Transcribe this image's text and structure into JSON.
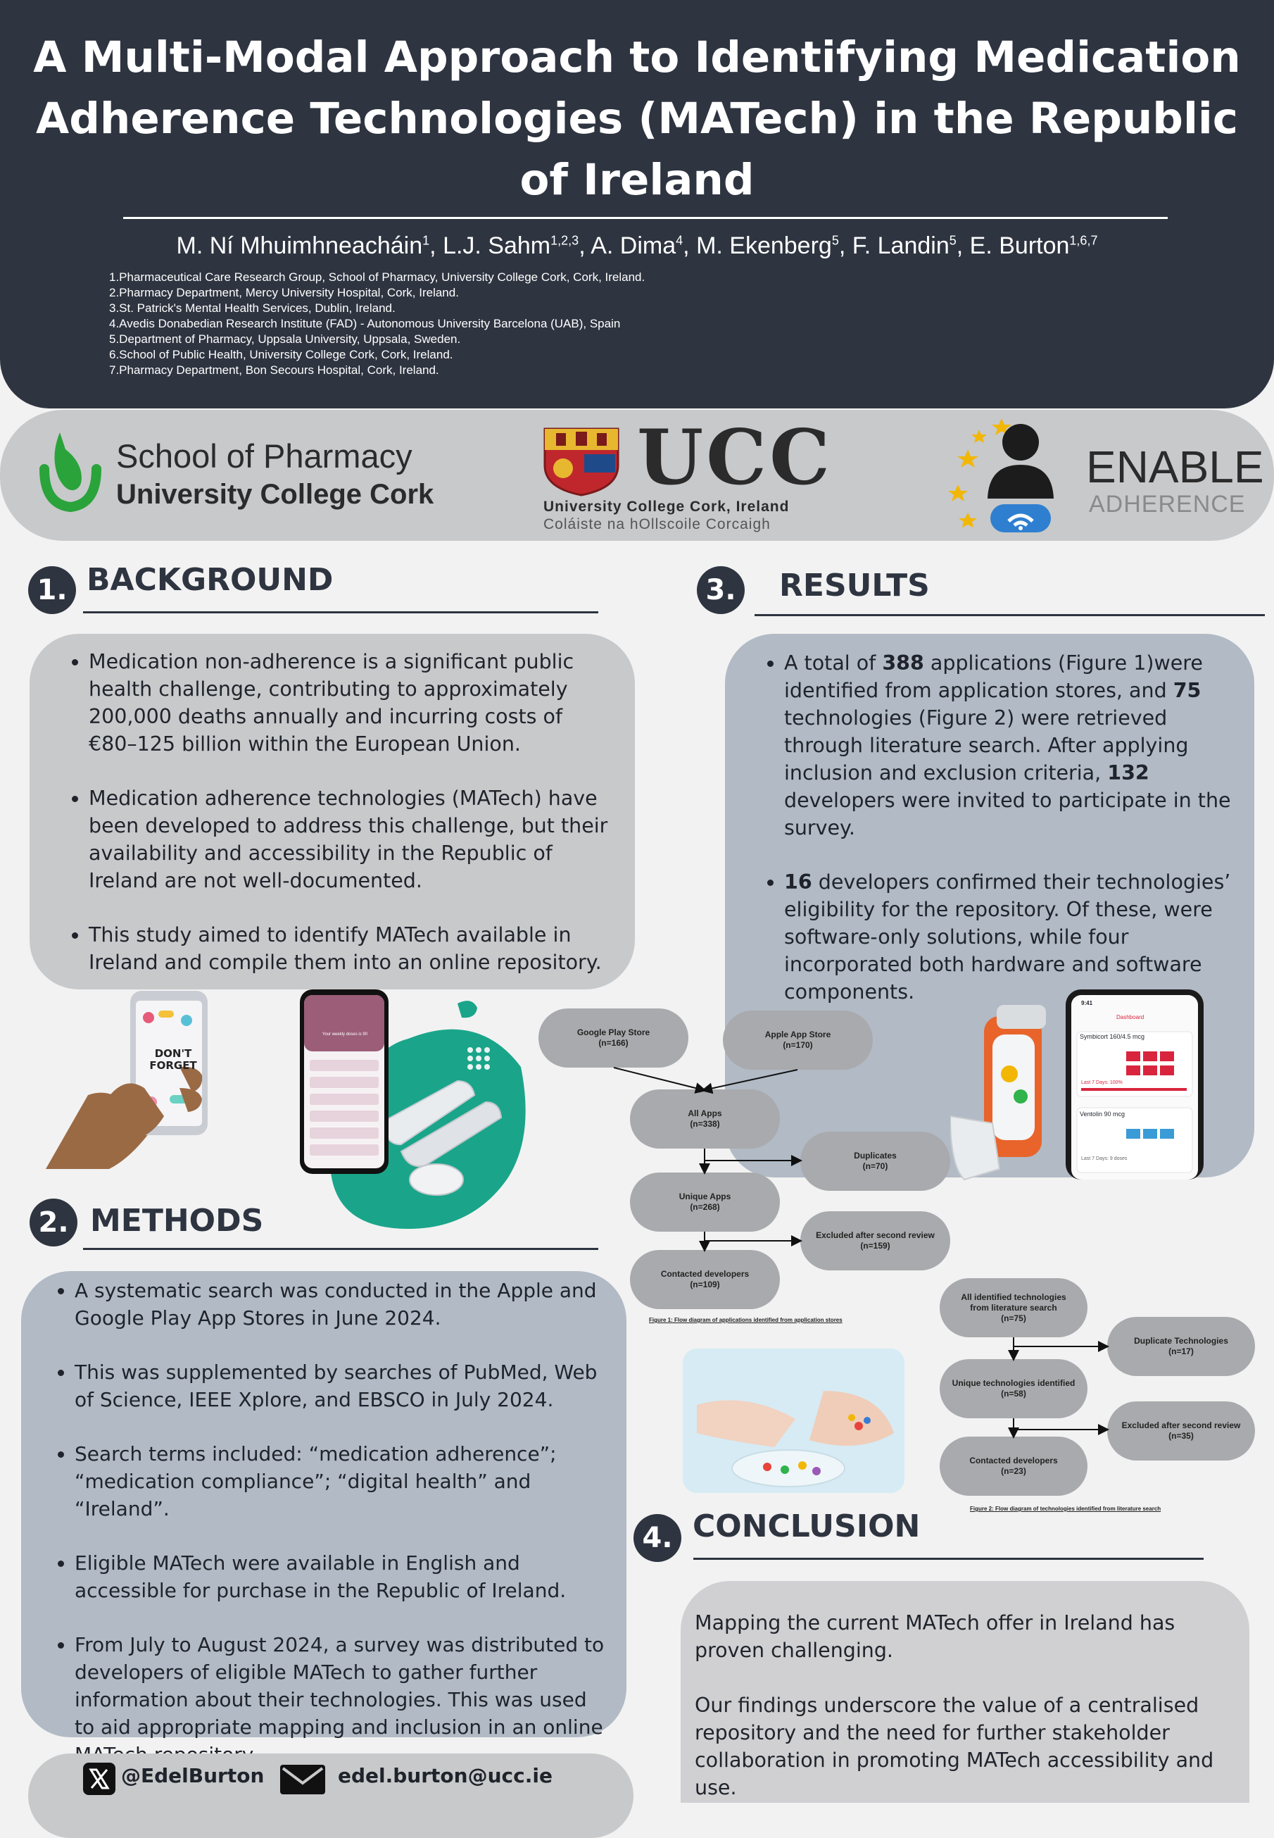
{
  "header": {
    "title": "A Multi-Modal Approach to Identifying Medication Adherence Technologies (MATech) in the Republic of Ireland",
    "authors": [
      {
        "name": "M. Ní Mhuimhneacháin",
        "sup": "1"
      },
      {
        "name": "L.J. Sahm",
        "sup": "1,2,3"
      },
      {
        "name": "A. Dima",
        "sup": "4"
      },
      {
        "name": "M. Ekenberg",
        "sup": "5"
      },
      {
        "name": "F. Landin",
        "sup": "5"
      },
      {
        "name": "E. Burton",
        "sup": "1,6,7"
      }
    ],
    "affiliations": [
      "1.Pharmaceutical Care Research Group, School of Pharmacy, University College Cork, Cork, Ireland.",
      "2.Pharmacy Department, Mercy University Hospital, Cork, Ireland.",
      "3.St. Patrick's Mental Health Services, Dublin, Ireland.",
      "4.Avedis Donabedian Research Institute (FAD) - Autonomous University Barcelona (UAB), Spain",
      "5.Department of Pharmacy, Uppsala University, Uppsala, Sweden.",
      "6.School of Public Health, University College Cork, Cork, Ireland.",
      "7.Pharmacy Department, Bon Secours Hospital, Cork, Ireland."
    ]
  },
  "logos": {
    "pharmacy_line1": "School of Pharmacy",
    "pharmacy_line2": "University College Cork",
    "ucc_big": "UCC",
    "ucc_sub1": "University College Cork, Ireland",
    "ucc_sub2": "Coláiste na hOllscoile Corcaigh",
    "enable_line1": "ENABLE",
    "enable_line2": "ADHERENCE"
  },
  "background": {
    "number": "1.",
    "title": "BACKGROUND",
    "bullets": [
      "Medication non-adherence is a significant public health challenge, contributing to approximately 200,000 deaths annually and incurring costs of €80–125 billion within the European Union.",
      "Medication adherence technologies (MATech) have been developed to address this challenge, but their availability and accessibility in the Republic of Ireland are not well-documented.",
      " This study aimed to identify MATech available in Ireland and compile them into an online repository."
    ]
  },
  "methods": {
    "number": "2.",
    "title": "METHODS",
    "bullets": [
      "A systematic search was conducted in the Apple and Google Play App Stores in June 2024.",
      "This was supplemented by searches of PubMed, Web of Science, IEEE Xplore, and EBSCO in July 2024.",
      "Search terms included: “medication adherence”; “medication compliance”; “digital health” and “Ireland”.",
      " Eligible MATech were available in English and accessible for purchase in the Republic of Ireland.",
      " From July to August 2024, a survey was distributed to developers of eligible MATech to gather further information about their technologies. This was used to aid appropriate mapping and inclusion in an online MATech repository."
    ]
  },
  "results": {
    "number": "3.",
    "title": "RESULTS",
    "p1_a": "A total of ",
    "p1_n1": "388",
    "p1_b": " applications (Figure 1)were identified from application stores, and ",
    "p1_n2": "75",
    "p1_c": " technologies (Figure 2) were retrieved through literature search. After applying inclusion and exclusion criteria, ",
    "p1_n3": "132",
    "p1_d": " developers were invited to participate in the survey.",
    "p2_n1": "16",
    "p2_a": " developers confirmed their technologies’ eligibility for the repository. Of these, were software-only solutions, while four incorporated both hardware and software components."
  },
  "conclusion": {
    "number": "4.",
    "title": "CONCLUSION",
    "p1": "Mapping the current MATech offer in Ireland has proven challenging.",
    "p2": "Our findings underscore the value of a centralised repository and the need for further stakeholder collaboration in promoting MATech accessibility and use."
  },
  "figure1": {
    "google": "Google Play Store\n(n=166)",
    "apple": "Apple App Store\n(n=170)",
    "all_apps": "All Apps\n(n=338)",
    "duplicates": "Duplicates\n(n=70)",
    "unique": "Unique Apps\n(n=268)",
    "excluded": "Excluded after second review\n(n=159)",
    "contacted": "Contacted developers\n(n=109)",
    "caption": "Figure 1: Flow diagram of applications identified from application stores"
  },
  "figure2": {
    "all_lit": "All identified technologies\nfrom literature search\n(n=75)",
    "duplicates": "Duplicate Technologies\n(n=17)",
    "unique": "Unique technologies identified\n(n=58)",
    "excluded": "Excluded after second review\n(n=35)",
    "contacted": "Contacted developers\n(n=23)",
    "caption": "Figure 2: Flow diagram of technologies identified from literature search"
  },
  "illustrations": {
    "dont_forget": "DON'T FORGET",
    "app_header": "Your weekly doses is 90",
    "dashboard": "Dashboard",
    "med1": "Symbicort 160/4.5 mcg",
    "med2": "Ventolin 90 mcg",
    "last7_1": "Last 7 Days: 100%",
    "last7_2": "Last 7 Days: 9 doses",
    "time": "9:41"
  },
  "contact": {
    "twitter": "@EdelBurton",
    "email": "edel.burton@ucc.ie"
  },
  "colors": {
    "navy": "#2e3440",
    "panel_grey": "#c8c9cb",
    "panel_blue": "#b1bac5",
    "flow_box": "#a9aaad",
    "pharmacy_green": "#2aa33b",
    "teal": "#1aa58a"
  }
}
